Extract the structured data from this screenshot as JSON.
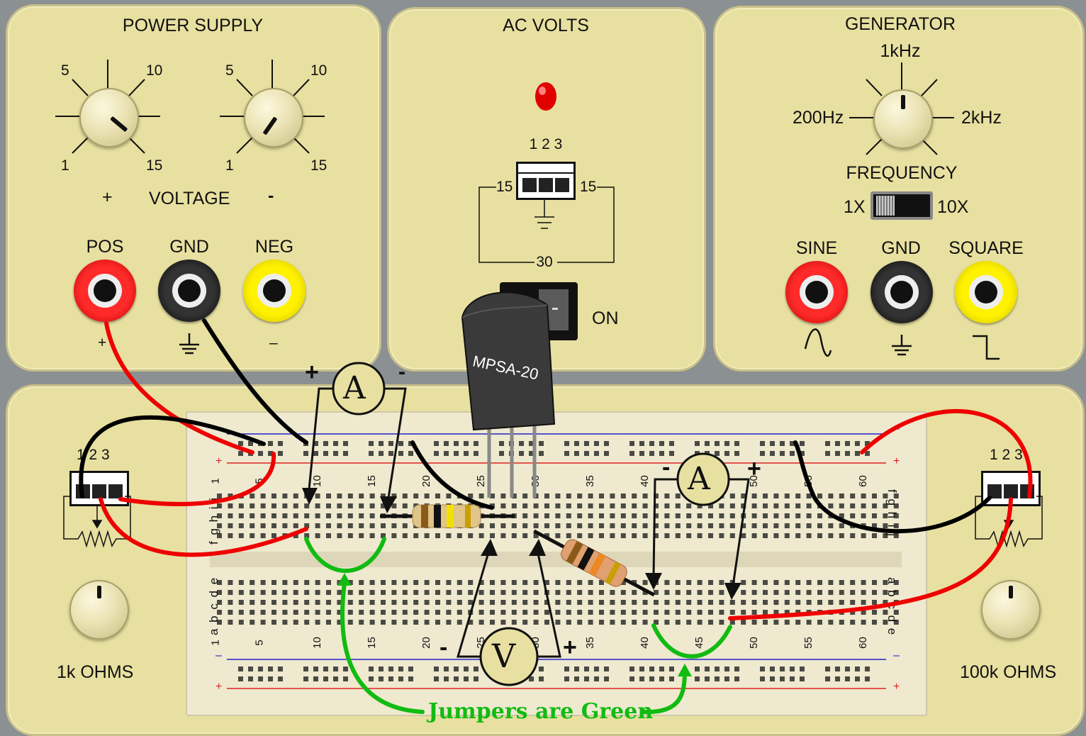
{
  "power_supply": {
    "title": "POWER SUPPLY",
    "dial_left": {
      "t5": "5",
      "t10": "10",
      "t1": "1",
      "t15": "15"
    },
    "dial_right": {
      "t5": "5",
      "t10": "10",
      "t1": "1",
      "t15": "15"
    },
    "plus": "+",
    "voltage": "VOLTAGE",
    "minus": "-",
    "jacks": [
      {
        "label": "POS",
        "symbol": "+"
      },
      {
        "label": "GND",
        "symbol": "ground"
      },
      {
        "label": "NEG",
        "symbol": "–"
      }
    ]
  },
  "ac_volts": {
    "title": "AC VOLTS",
    "switch_nums": "1 2 3",
    "left": "15",
    "right": "15",
    "bottom": "30",
    "power_label": "ON"
  },
  "generator": {
    "title": "GENERATOR",
    "f_top": "1kHz",
    "f_left": "200Hz",
    "f_right": "2kHz",
    "frequency": "FREQUENCY",
    "mult_left": "1X",
    "mult_right": "10X",
    "jacks": [
      {
        "label": "SINE",
        "symbol": "sine-wave"
      },
      {
        "label": "GND",
        "symbol": "ground"
      },
      {
        "label": "SQUARE",
        "symbol": "square-wave"
      }
    ]
  },
  "breadboard": {
    "transistor": "MPSA-20",
    "col_numbers": [
      "1",
      "5",
      "10",
      "15",
      "20",
      "25",
      "30",
      "35",
      "40",
      "45",
      "50",
      "55",
      "60"
    ],
    "rows_top": "f g h i j",
    "rows_bottom": "a b c d e",
    "rail_minus": "–",
    "rail_plus": "+",
    "left_pot": {
      "nums": "1 2 3",
      "label": "1k OHMS"
    },
    "right_pot": {
      "nums": "1 2 3",
      "label": "100k OHMS"
    },
    "ammeter_left": {
      "symbol": "A",
      "plus": "+",
      "minus": "-"
    },
    "ammeter_right": {
      "symbol": "A",
      "plus": "+",
      "minus": "-"
    },
    "voltmeter": {
      "symbol": "V",
      "plus": "+",
      "minus": "-"
    },
    "note": "Jumpers are Green"
  },
  "colors": {
    "panel": "#e8e0a0",
    "red_wire": "#ee0000",
    "black_wire": "#000000",
    "jumper": "#11bb11"
  }
}
